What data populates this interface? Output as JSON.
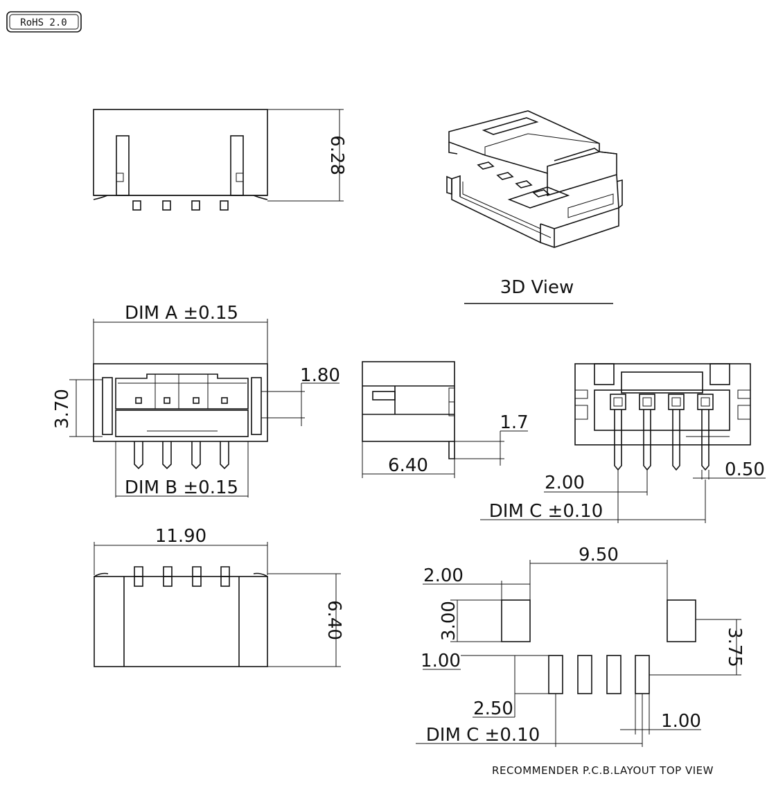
{
  "badge": "RoHS 2.0",
  "view_3d_label": "3D   View",
  "dims": {
    "d628": "6.28",
    "dim_a": "DIM A ±0.15",
    "d370": "3.70",
    "d180": "1.80",
    "dim_b": "DIM B ±0.15",
    "d17": "1.7",
    "d640_side": "6.40",
    "d200_pitch": "2.00",
    "d050": "0.50",
    "dim_c_side": "DIM C ±0.10",
    "d1190": "11.90",
    "d640_bottom": "6.40",
    "d950": "9.50",
    "d200_pad": "2.00",
    "d300": "3.00",
    "d375": "3.75",
    "d100_left": "1.00",
    "d250": "2.50",
    "d100_right": "1.00",
    "dim_c_pcb": "DIM C ±0.10"
  },
  "pcb_caption": "RECOMMENDER P.C.B.LAYOUT TOP VIEW"
}
